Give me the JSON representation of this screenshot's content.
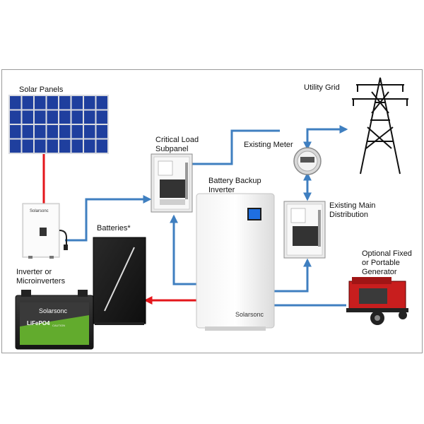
{
  "labels": {
    "solar_panels": "Solar Panels",
    "utility_grid": "Utility Grid",
    "critical_load_1": "Critical Load",
    "critical_load_2": "Subpanel",
    "existing_meter": "Existing Meter",
    "battery_backup_1": "Battery Backup",
    "battery_backup_2": "Inverter",
    "existing_main_1": "Existing Main",
    "existing_main_2": "Distribution",
    "batteries": "Batteries*",
    "inverter_1": "Inverter or",
    "inverter_2": "Microinverters",
    "generator_1": "Optional Fixed",
    "generator_2": "or Portable",
    "generator_3": "Generator"
  },
  "brand": {
    "inverter_logo": "Solarsonc",
    "battery_logo": "Solarsonc",
    "small_inverter_logo": "Solarsonc"
  },
  "battery_text": {
    "chemistry": "LiFePO4",
    "caution": "CAUTION"
  },
  "colors": {
    "dc_line": "#e4161b",
    "ac_line": "#3f7fc0",
    "solar_cell": "#1f3f9e",
    "frame_border": "#9a9a9a"
  }
}
